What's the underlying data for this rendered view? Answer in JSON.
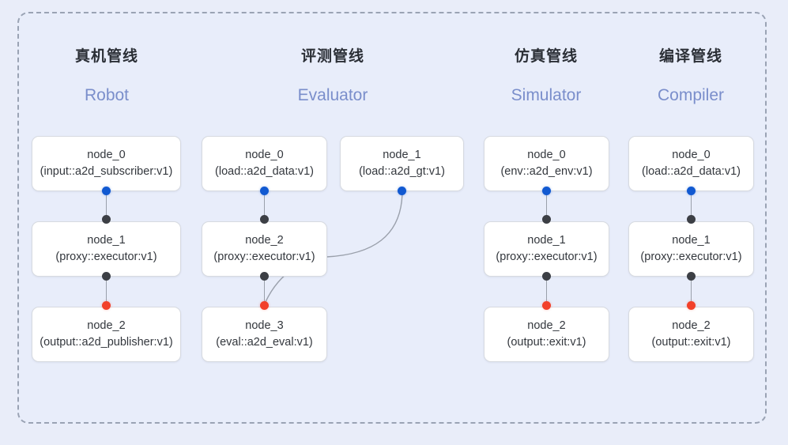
{
  "diagram": {
    "title_zh_columns": [
      "真机管线",
      "评测管线",
      "仿真管线",
      "编译管线"
    ],
    "colors": {
      "canvas_bg": "#e9edf9",
      "group_bg": "#e8edfa",
      "group_border": "#9aa3b4",
      "node_bg": "#ffffff",
      "node_border": "#d7dae0",
      "header_zh": "#2b2f36",
      "header_en": "#7a8ecb",
      "dot_input": "#1159d1",
      "dot_middle": "#3c3f45",
      "dot_output": "#f2402a",
      "edge": "#9aa0ab"
    },
    "columns": [
      {
        "zh": "真机管线",
        "en": "Robot",
        "nodes": [
          {
            "name": "node_0",
            "type": "(input::a2d_subscriber:v1)"
          },
          {
            "name": "node_1",
            "type": "(proxy::executor:v1)"
          },
          {
            "name": "node_2",
            "type": "(output::a2d_publisher:v1)"
          }
        ]
      },
      {
        "zh": "评测管线",
        "en": "Evaluator",
        "nodes": [
          {
            "name": "node_0",
            "type": "(load::a2d_data:v1)"
          },
          {
            "name": "node_1",
            "type": "(load::a2d_gt:v1)"
          },
          {
            "name": "node_2",
            "type": "(proxy::executor:v1)"
          },
          {
            "name": "node_3",
            "type": "(eval::a2d_eval:v1)"
          }
        ]
      },
      {
        "zh": "仿真管线",
        "en": "Simulator",
        "nodes": [
          {
            "name": "node_0",
            "type": "(env::a2d_env:v1)"
          },
          {
            "name": "node_1",
            "type": "(proxy::executor:v1)"
          },
          {
            "name": "node_2",
            "type": "(output::exit:v1)"
          }
        ]
      },
      {
        "zh": "编译管线",
        "en": "Compiler",
        "nodes": [
          {
            "name": "node_0",
            "type": "(load::a2d_data:v1)"
          },
          {
            "name": "node_1",
            "type": "(proxy::executor:v1)"
          },
          {
            "name": "node_2",
            "type": "(output::exit:v1)"
          }
        ]
      }
    ]
  }
}
